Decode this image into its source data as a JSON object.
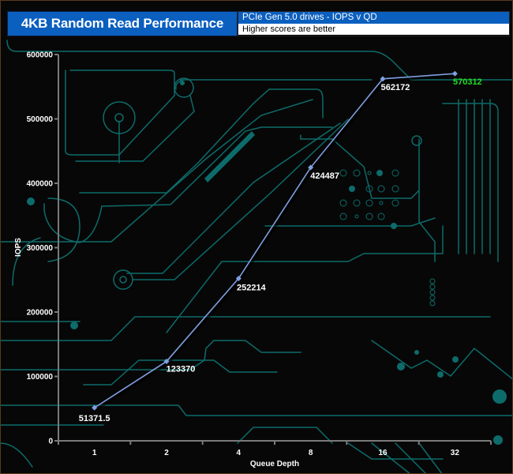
{
  "header": {
    "title": "4KB Random Read Performance",
    "subtitle": "PCIe Gen 5.0 drives - IOPS v QD",
    "note": "Higher scores are better"
  },
  "colors": {
    "title_bg": "#0a5fbf",
    "line": "#7f9fe0",
    "label": "#ffffff",
    "highlight_label": "#22dd22",
    "axis": "#7a7a7a",
    "circuit": "#0e6b6b"
  },
  "chart_data": {
    "type": "line",
    "title": "4KB Random Read Performance",
    "subtitle": "PCIe Gen 5.0 drives - IOPS v QD",
    "xlabel": "Queue Depth",
    "ylabel": "IOPS",
    "categories": [
      "1",
      "2",
      "4",
      "8",
      "16",
      "32"
    ],
    "series": [
      {
        "name": "IOPS",
        "values": [
          51371.5,
          123370,
          252214,
          424487,
          562172,
          570312
        ],
        "labels": [
          "51371.5",
          "123370",
          "252214",
          "424487",
          "562172",
          "570312"
        ]
      }
    ],
    "highlight_index": 5,
    "ylim": [
      0,
      600000
    ],
    "yticks": [
      "0",
      "100000",
      "200000",
      "300000",
      "400000",
      "500000",
      "600000"
    ],
    "ytick_values": [
      0,
      100000,
      200000,
      300000,
      400000,
      500000,
      600000
    ],
    "grid": false,
    "legend": "none"
  }
}
